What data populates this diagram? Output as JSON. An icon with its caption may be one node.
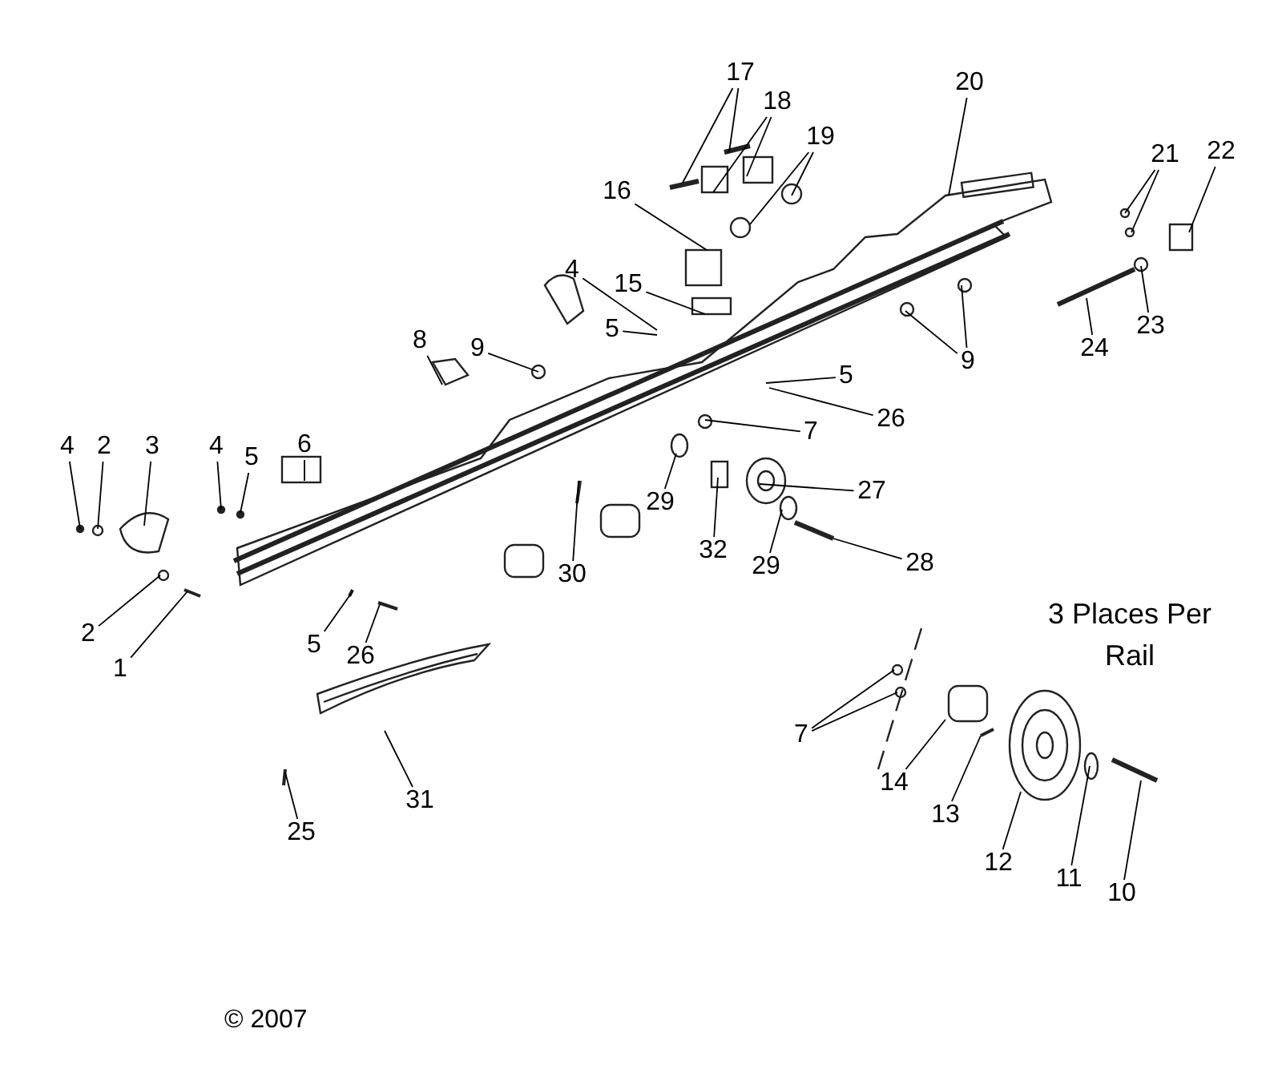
{
  "diagram": {
    "nodes": [
      {
        "text": [
          "17"
        ]
      },
      {
        "text": [
          "18"
        ]
      },
      {
        "text": [
          "19"
        ]
      },
      {
        "text": [
          "20"
        ]
      },
      {
        "text": [
          "21"
        ]
      },
      {
        "text": [
          "22"
        ]
      },
      {
        "text": [
          "16"
        ]
      },
      {
        "text": [
          "15"
        ]
      },
      {
        "text": [
          "4"
        ]
      },
      {
        "text": [
          "5"
        ]
      },
      {
        "text": [
          "8"
        ]
      },
      {
        "text": [
          "9"
        ]
      },
      {
        "text": [
          "9"
        ]
      },
      {
        "text": [
          "24"
        ]
      },
      {
        "text": [
          "23"
        ]
      },
      {
        "text": [
          "5"
        ]
      },
      {
        "text": [
          "26"
        ]
      },
      {
        "text": [
          "7"
        ]
      },
      {
        "text": [
          "29"
        ]
      },
      {
        "text": [
          "27"
        ]
      },
      {
        "text": [
          "32"
        ]
      },
      {
        "text": [
          "29"
        ]
      },
      {
        "text": [
          "28"
        ]
      },
      {
        "text": [
          "30"
        ]
      },
      {
        "text": [
          "4"
        ]
      },
      {
        "text": [
          "2"
        ]
      },
      {
        "text": [
          "3"
        ]
      },
      {
        "text": [
          "4"
        ]
      },
      {
        "text": [
          "5"
        ]
      },
      {
        "text": [
          "6"
        ]
      },
      {
        "text": [
          "2"
        ]
      },
      {
        "text": [
          "1"
        ]
      },
      {
        "text": [
          "5"
        ]
      },
      {
        "text": [
          "26"
        ]
      },
      {
        "text": [
          "31"
        ]
      },
      {
        "text": [
          "25"
        ]
      },
      {
        "text": [
          "7"
        ]
      },
      {
        "text": [
          "14"
        ]
      },
      {
        "text": [
          "13"
        ]
      },
      {
        "text": [
          "12"
        ]
      },
      {
        "text": [
          "11"
        ]
      },
      {
        "text": [
          "10"
        ]
      }
    ],
    "edges": [
      {
        "from": 0,
        "to": null,
        "arrow": "none"
      },
      {
        "from": 0,
        "to": null,
        "arrow": "none"
      },
      {
        "from": 1,
        "to": null,
        "arrow": "none"
      },
      {
        "from": 1,
        "to": null,
        "arrow": "none"
      },
      {
        "from": 2,
        "to": null,
        "arrow": "none"
      },
      {
        "from": 2,
        "to": null,
        "arrow": "none"
      },
      {
        "from": 3,
        "to": null,
        "arrow": "none"
      },
      {
        "from": 4,
        "to": null,
        "arrow": "none"
      },
      {
        "from": 4,
        "to": null,
        "arrow": "none"
      },
      {
        "from": 5,
        "to": null,
        "arrow": "none"
      },
      {
        "from": 6,
        "to": null,
        "arrow": "none"
      },
      {
        "from": 7,
        "to": null,
        "arrow": "none"
      },
      {
        "from": 8,
        "to": null,
        "arrow": "none"
      },
      {
        "from": 9,
        "to": null,
        "arrow": "none"
      },
      {
        "from": 10,
        "to": null,
        "arrow": "none"
      },
      {
        "from": 11,
        "to": null,
        "arrow": "none"
      },
      {
        "from": 12,
        "to": null,
        "arrow": "none"
      },
      {
        "from": 12,
        "to": null,
        "arrow": "none"
      },
      {
        "from": 13,
        "to": null,
        "arrow": "none"
      },
      {
        "from": 14,
        "to": null,
        "arrow": "none"
      },
      {
        "from": 15,
        "to": null,
        "arrow": "none"
      },
      {
        "from": 16,
        "to": null,
        "arrow": "none"
      },
      {
        "from": 17,
        "to": null,
        "arrow": "none"
      },
      {
        "from": 18,
        "to": null,
        "arrow": "none"
      },
      {
        "from": 19,
        "to": null,
        "arrow": "none"
      },
      {
        "from": 20,
        "to": null,
        "arrow": "none"
      },
      {
        "from": 21,
        "to": null,
        "arrow": "none"
      },
      {
        "from": 22,
        "to": null,
        "arrow": "none"
      },
      {
        "from": 23,
        "to": null,
        "arrow": "none"
      },
      {
        "from": 24,
        "to": null,
        "arrow": "none"
      },
      {
        "from": 25,
        "to": null,
        "arrow": "none"
      },
      {
        "from": 26,
        "to": null,
        "arrow": "none"
      },
      {
        "from": 27,
        "to": null,
        "arrow": "none"
      },
      {
        "from": 28,
        "to": null,
        "arrow": "none"
      },
      {
        "from": 29,
        "to": null,
        "arrow": "none"
      },
      {
        "from": 30,
        "to": null,
        "arrow": "none"
      },
      {
        "from": 31,
        "to": null,
        "arrow": "none"
      },
      {
        "from": 32,
        "to": null,
        "arrow": "none"
      },
      {
        "from": 33,
        "to": null,
        "arrow": "none"
      },
      {
        "from": 34,
        "to": null,
        "arrow": "none"
      },
      {
        "from": 35,
        "to": null,
        "arrow": "none"
      },
      {
        "from": 36,
        "to": null,
        "arrow": "none"
      },
      {
        "from": 36,
        "to": null,
        "arrow": "none"
      },
      {
        "from": 37,
        "to": null,
        "arrow": "none"
      },
      {
        "from": 38,
        "to": null,
        "arrow": "none"
      },
      {
        "from": 39,
        "to": null,
        "arrow": "none"
      },
      {
        "from": 40,
        "to": null,
        "arrow": "none"
      },
      {
        "from": 41,
        "to": null,
        "arrow": "none"
      }
    ],
    "labels": [
      "3 Places Per Rail",
      "© 2007"
    ]
  }
}
